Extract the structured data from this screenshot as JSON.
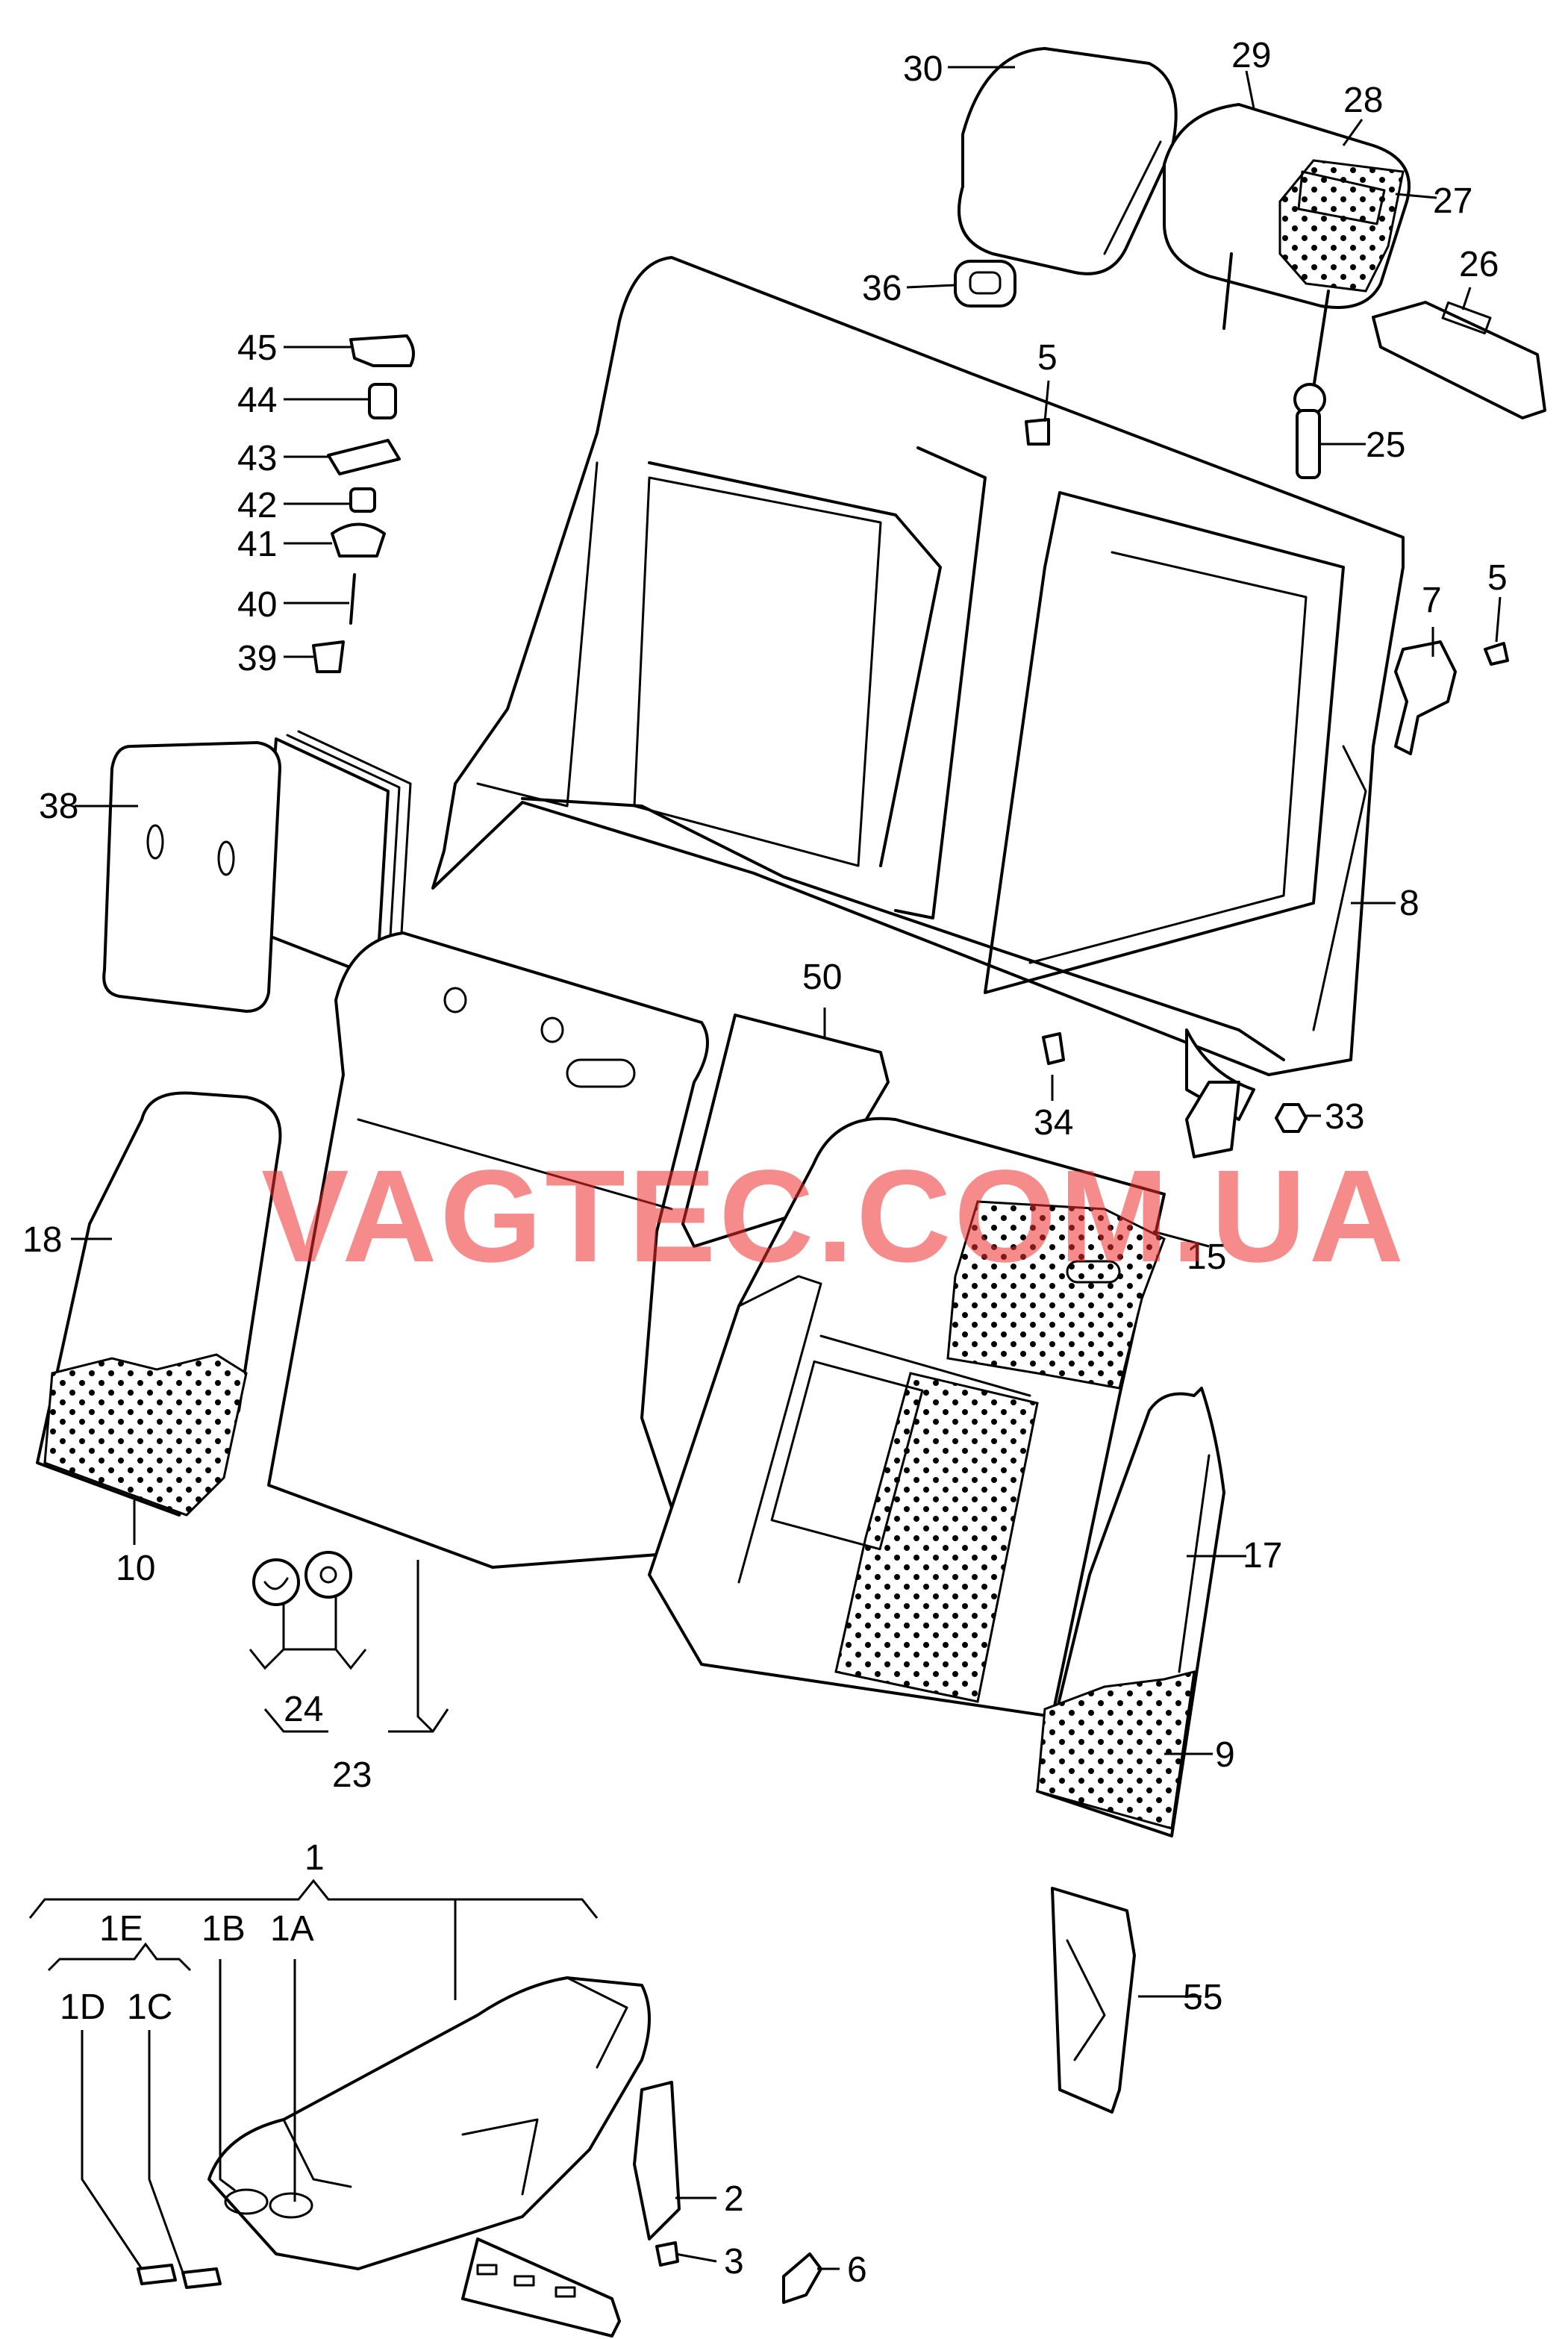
{
  "watermark": "VAGTEC.COM.UA",
  "callouts": {
    "c1": "1",
    "c1A": "1A",
    "c1B": "1B",
    "c1C": "1C",
    "c1D": "1D",
    "c1E": "1E",
    "c2": "2",
    "c3": "3",
    "c5a": "5",
    "c5b": "5",
    "c6": "6",
    "c7": "7",
    "c8": "8",
    "c9": "9",
    "c10": "10",
    "c15": "15",
    "c17": "17",
    "c18": "18",
    "c23": "23",
    "c24": "24",
    "c25": "25",
    "c26": "26",
    "c27": "27",
    "c28": "28",
    "c29": "29",
    "c30": "30",
    "c33": "33",
    "c34": "34",
    "c36": "36",
    "c38": "38",
    "c39": "39",
    "c40": "40",
    "c41": "41",
    "c42": "42",
    "c43": "43",
    "c44": "44",
    "c45": "45",
    "c50": "50",
    "c55": "55"
  },
  "colors": {
    "watermark": "#ef2b2b",
    "line": "#000000",
    "background": "#ffffff"
  }
}
